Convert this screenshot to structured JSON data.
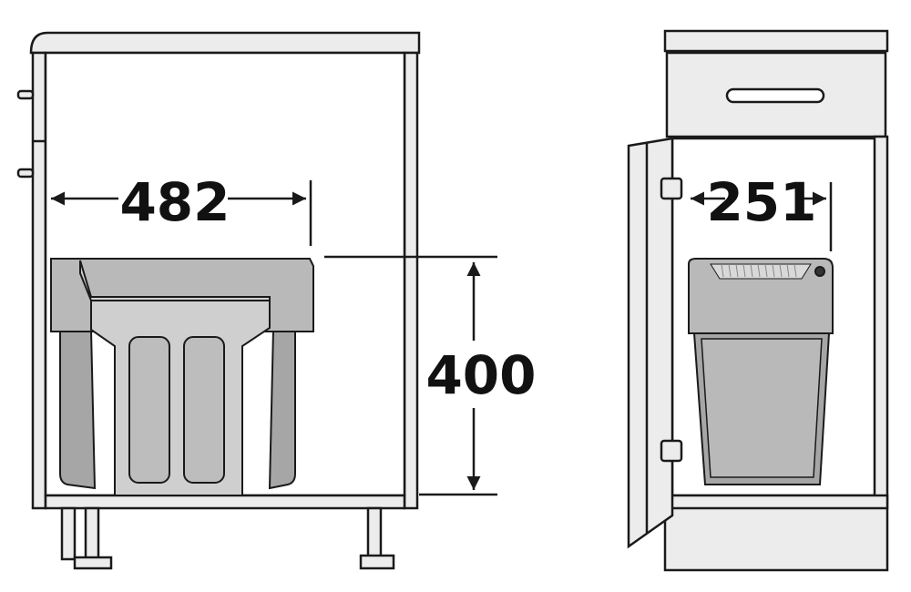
{
  "dimensions": {
    "width": "482",
    "height": "400",
    "depth": "251"
  },
  "colors": {
    "line": "#1a1a1a",
    "cabinet_panel": "#ececec",
    "bin_light": "#cfcfcf",
    "bin_mid": "#b9b9b9",
    "bin_dark": "#a6a6a6",
    "background": "#ffffff"
  }
}
